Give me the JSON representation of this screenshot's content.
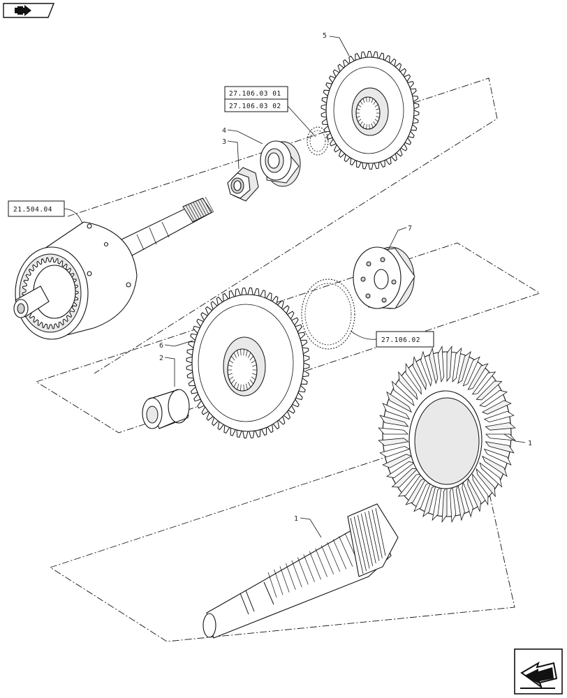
{
  "callouts": {
    "part_1_gear": "1",
    "part_1_pinion": "1",
    "part_2": "2",
    "part_3": "3",
    "part_4": "4",
    "part_5": "5",
    "part_6": "6",
    "part_7": "7"
  },
  "references": {
    "ref_a": "27.106.03 01",
    "ref_b": "27.106.03 02",
    "ref_c": "21.504.04",
    "ref_d": "27.106.02"
  }
}
